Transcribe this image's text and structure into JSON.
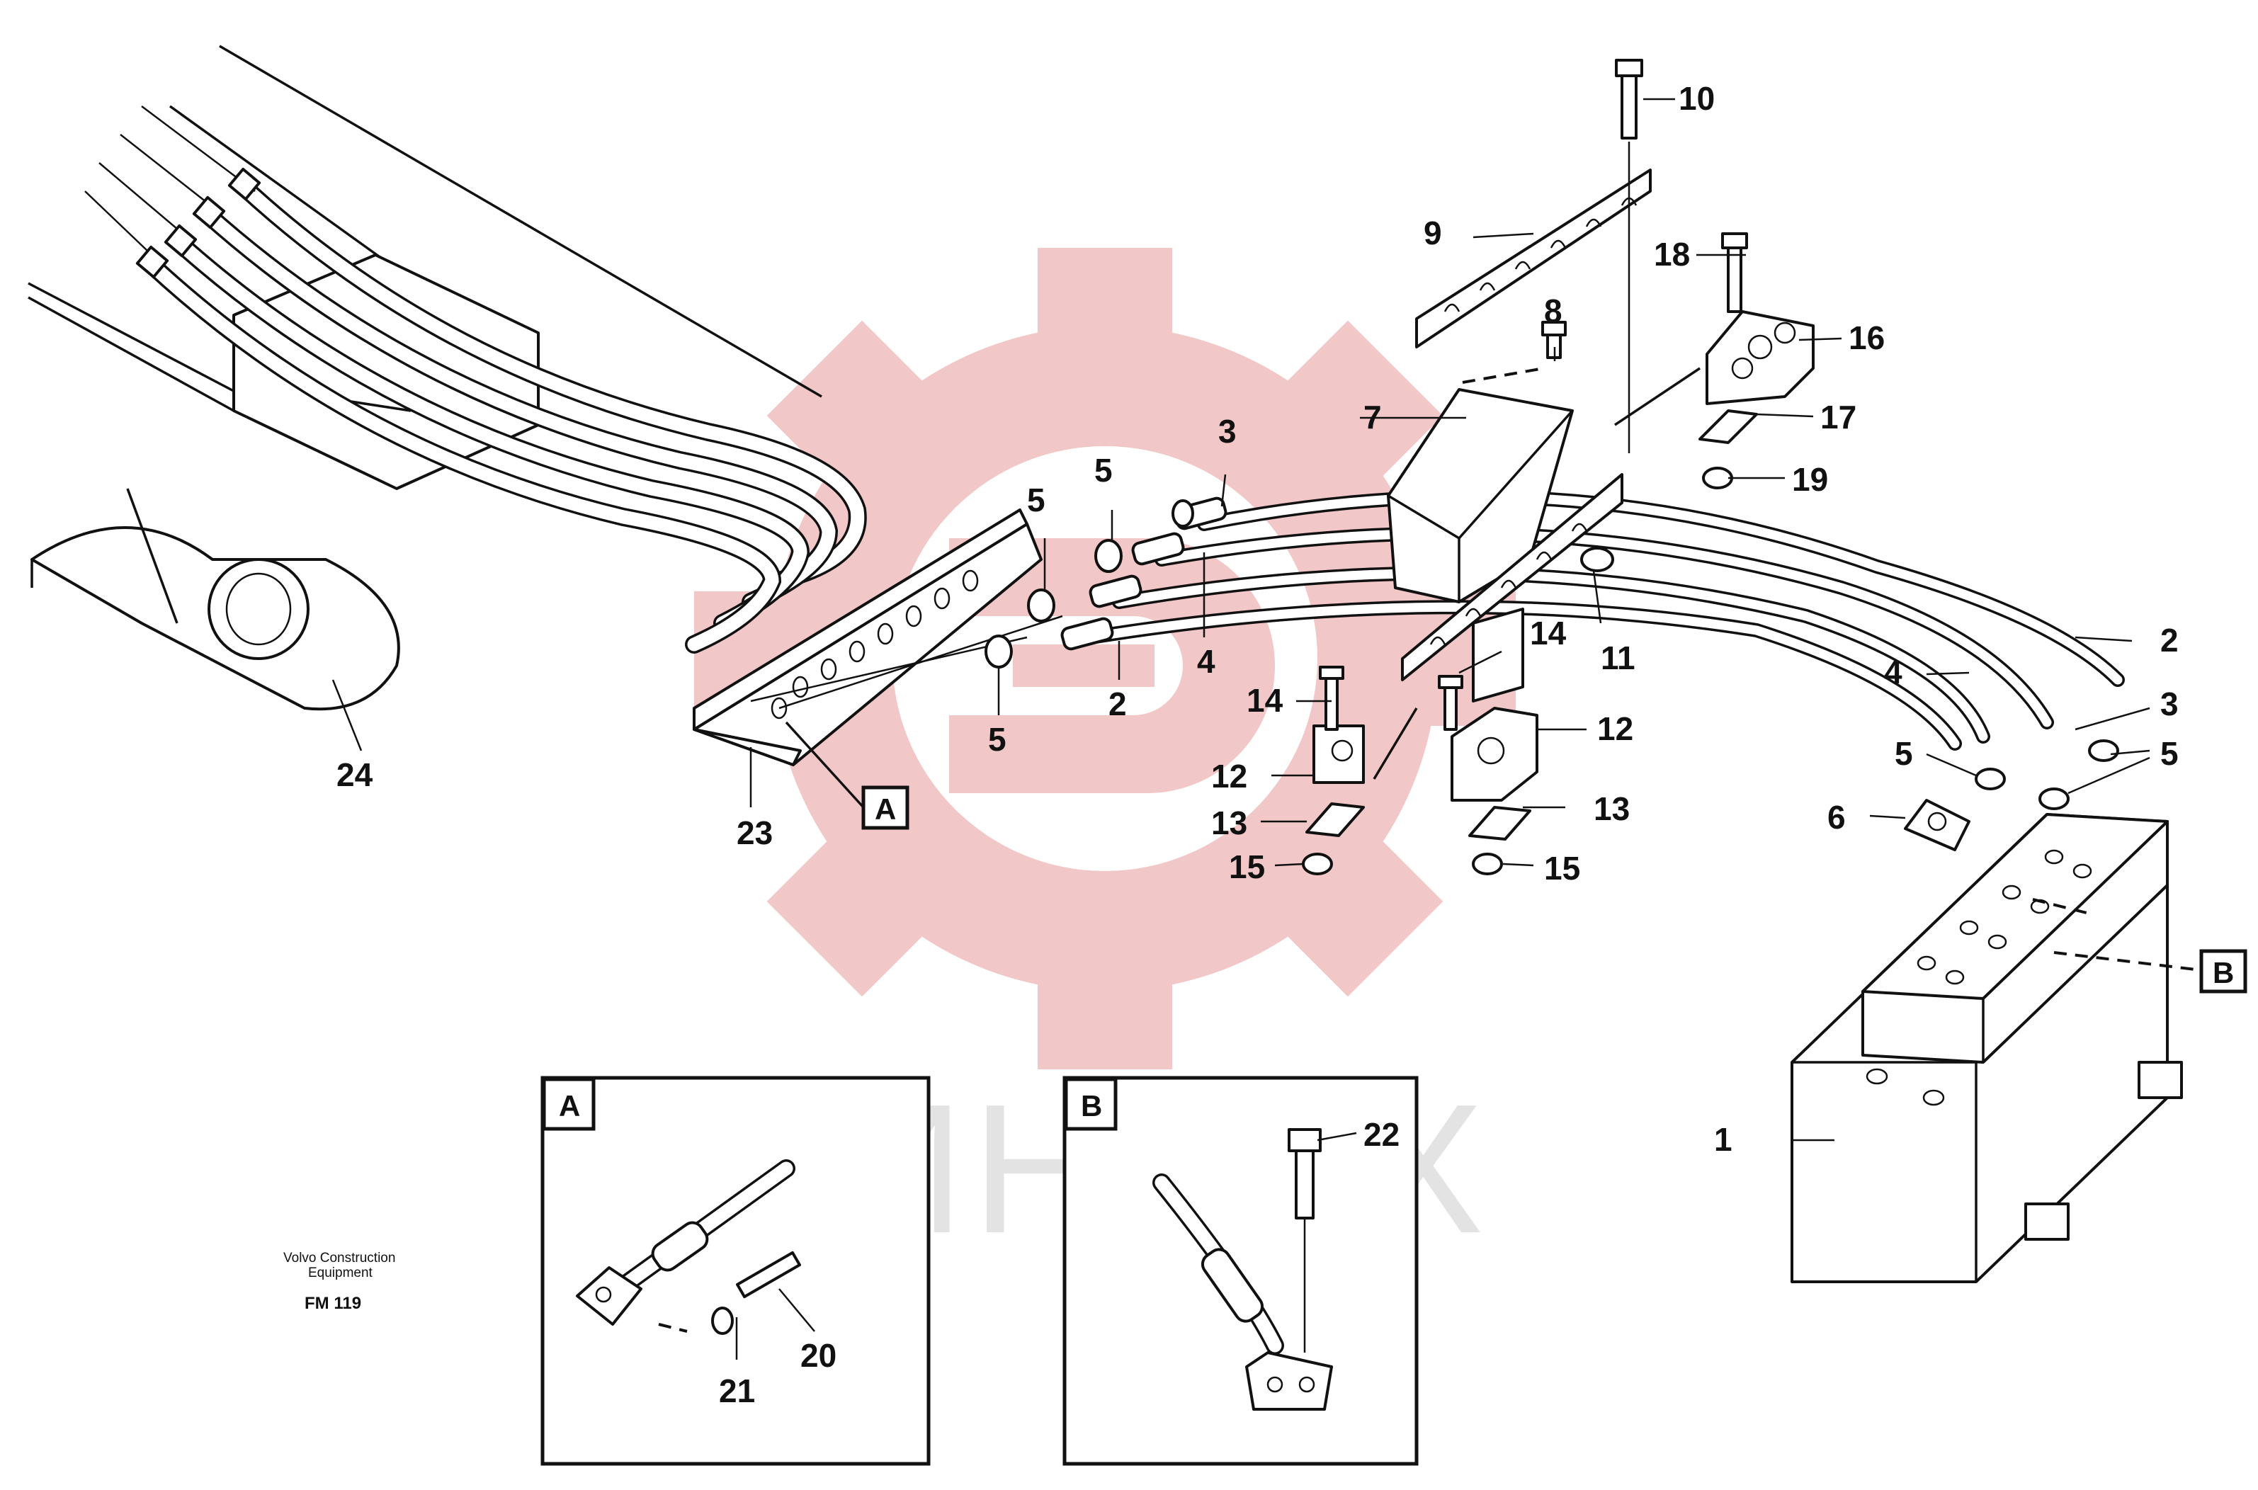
{
  "watermark": {
    "text": "ИНТЕХ",
    "gear_color": "#f2c7c7",
    "text_color": "#e3e3e3"
  },
  "caption": {
    "line1": "Volvo Construction",
    "line2": "Equipment",
    "code": "FM 119"
  },
  "detail_views": {
    "A": {
      "label": "A"
    },
    "B": {
      "label": "B"
    }
  },
  "callouts": {
    "c1": "1",
    "c2a": "2",
    "c2b": "2",
    "c3a": "3",
    "c3b": "3",
    "c4a": "4",
    "c4b": "4",
    "c5a": "5",
    "c5b": "5",
    "c5c": "5",
    "c5d": "5",
    "c5e": "5",
    "c6": "6",
    "c7": "7",
    "c8": "8",
    "c9": "9",
    "c10": "10",
    "c11": "11",
    "c12a": "12",
    "c12b": "12",
    "c13a": "13",
    "c13b": "13",
    "c14a": "14",
    "c14b": "14",
    "c15a": "15",
    "c15b": "15",
    "c16": "16",
    "c17": "17",
    "c18": "18",
    "c19": "19",
    "c20": "20",
    "c21": "21",
    "c22": "22",
    "c23": "23",
    "c24": "24"
  },
  "colors": {
    "line": "#111111",
    "background": "#ffffff"
  }
}
